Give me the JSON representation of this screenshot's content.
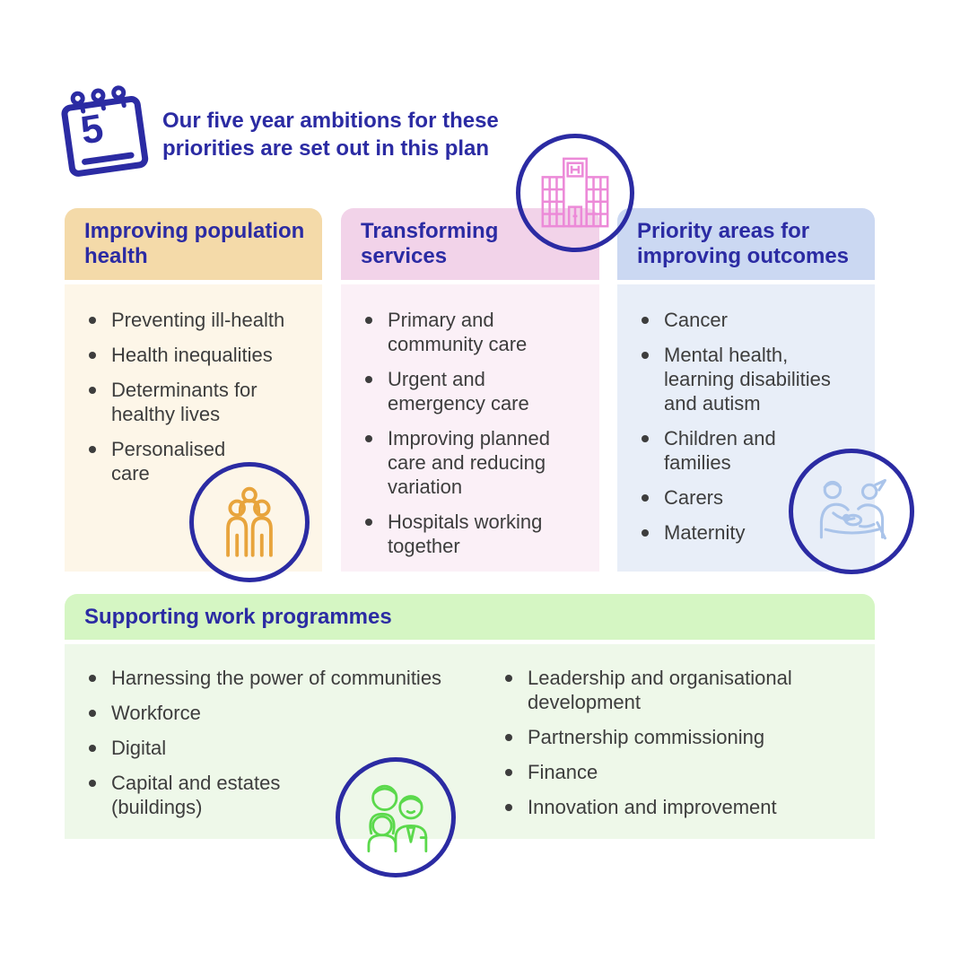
{
  "header": {
    "calendar_number": "5",
    "title_line1": "Our five year ambitions for these",
    "title_line2": "priorities are set out in this plan"
  },
  "columns": [
    {
      "title": "Improving population health",
      "items": [
        "Preventing ill-health",
        "Health inequalities",
        "Determinants for\nhealthy lives",
        "Personalised\ncare"
      ],
      "icon": "population-icon",
      "header_bg": "#f4daa9",
      "body_bg": "#fdf6e8",
      "icon_color": "#e8a43c"
    },
    {
      "title": "Transforming services",
      "items": [
        "Primary and\ncommunity care",
        "Urgent and\nemergency care",
        "Improving planned\ncare and reducing\nvariation",
        "Hospitals working\ntogether"
      ],
      "icon": "hospital-icon",
      "header_bg": "#f2d3e9",
      "body_bg": "#fbf0f7",
      "icon_color": "#ec8ad8"
    },
    {
      "title": "Priority areas for improving outcomes",
      "items": [
        "Cancer",
        "Mental health,\nlearning disabilities\nand autism",
        "Children and\nfamilies",
        "Carers",
        "Maternity"
      ],
      "icon": "carers-icon",
      "header_bg": "#cbd8f2",
      "body_bg": "#e8eef8",
      "icon_color": "#aac4ea"
    }
  ],
  "supporting": {
    "title": "Supporting work programmes",
    "left_items": [
      "Harnessing the power of communities",
      "Workforce",
      "Digital",
      "Capital and estates\n(buildings)"
    ],
    "right_items": [
      "Leadership and organisational\ndevelopment",
      "Partnership commissioning",
      "Finance",
      "Innovation and improvement"
    ],
    "icon": "workforce-icon",
    "header_bg": "#d5f6c3",
    "body_bg": "#eef8e9",
    "icon_color": "#5bd94c"
  },
  "colors": {
    "accent_navy": "#2b2ba3",
    "body_text": "#3d3d3d",
    "page_bg": "#ffffff"
  }
}
